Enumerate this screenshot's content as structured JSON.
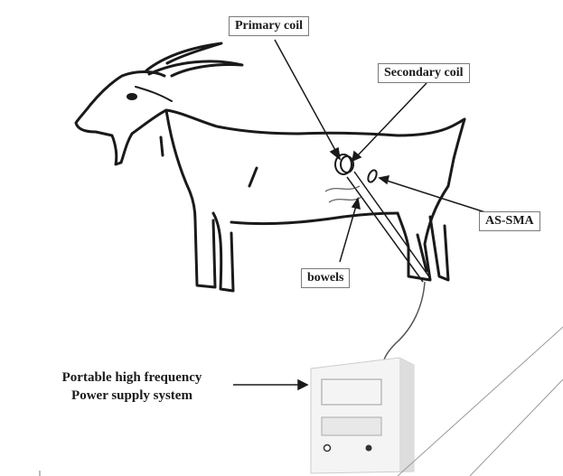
{
  "labels": {
    "primary_coil": "Primary coil",
    "secondary_coil": "Secondary coil",
    "as_sma": "AS-SMA",
    "bowels": "bowels",
    "power_supply_line1": "Portable high frequency",
    "power_supply_line2": "Power supply system"
  },
  "colors": {
    "ink": "#1a1a1a",
    "box_border": "#7a7a7a",
    "device_fill": "#f4f4f4",
    "device_shade": "#dddddd"
  },
  "icons": {
    "animal": "goat-illustration",
    "device": "power-supply-box",
    "coil": "coil-rings"
  }
}
